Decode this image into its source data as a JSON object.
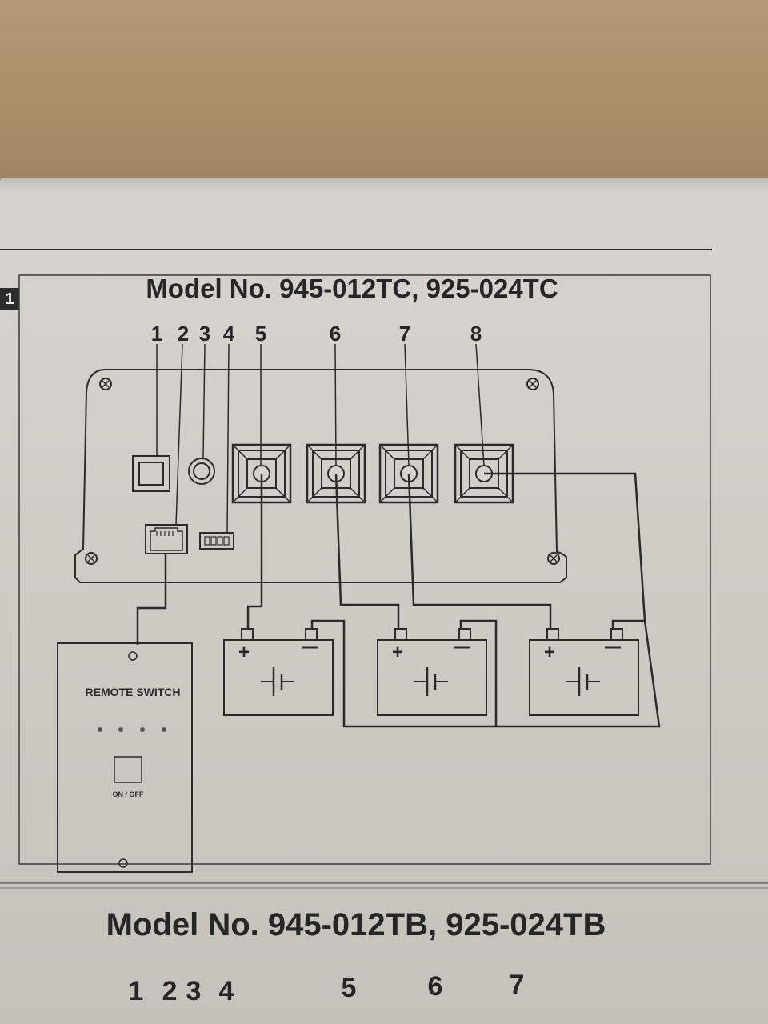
{
  "section_badge": "1",
  "figure_1": {
    "title": "Model No. 945-012TC, 925-024TC",
    "callouts": [
      "1",
      "2",
      "3",
      "4",
      "5",
      "6",
      "7",
      "8"
    ],
    "remote_switch": {
      "label": "REMOTE SWITCH",
      "button_label": "ON / OFF",
      "indicator_count": 4
    },
    "batteries": [
      {
        "plus": "+",
        "minus": "—"
      },
      {
        "plus": "+",
        "minus": "—"
      },
      {
        "plus": "+",
        "minus": "—"
      }
    ],
    "dip_switch_positions": 4
  },
  "figure_2": {
    "title": "Model No. 945-012TB, 925-024TB",
    "callouts": [
      "1",
      "2",
      "3",
      "4",
      "5",
      "6",
      "7"
    ]
  }
}
